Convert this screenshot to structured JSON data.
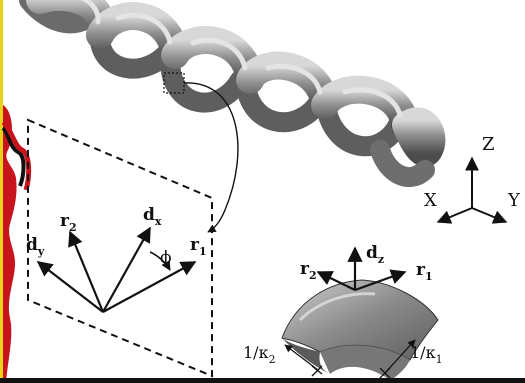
{
  "labels": {
    "r2": "r",
    "r2_sub": "2",
    "r1": "r",
    "r1_sub": "1",
    "dx": "d",
    "dx_sub": "x",
    "dy": "d",
    "dy_sub": "y",
    "phi": "ϕ",
    "dz": "d",
    "dz_sub": "z",
    "r2b": "r",
    "r2b_sub": "2",
    "r1b": "r",
    "r1b_sub": "1",
    "kappa2": "1/κ",
    "kappa2_sub": "2",
    "kappa1": "1/κ",
    "kappa1_sub": "1",
    "axis_x": "X",
    "axis_y": "Y",
    "axis_z": "Z"
  },
  "colors": {
    "helix_dark": "#5a5a5a",
    "helix_mid": "#9a9a9a",
    "helix_light": "#d6d6d6",
    "border_yellow": "#e8d21a",
    "ribbon_red": "#c8141c",
    "ink": "#111111"
  }
}
